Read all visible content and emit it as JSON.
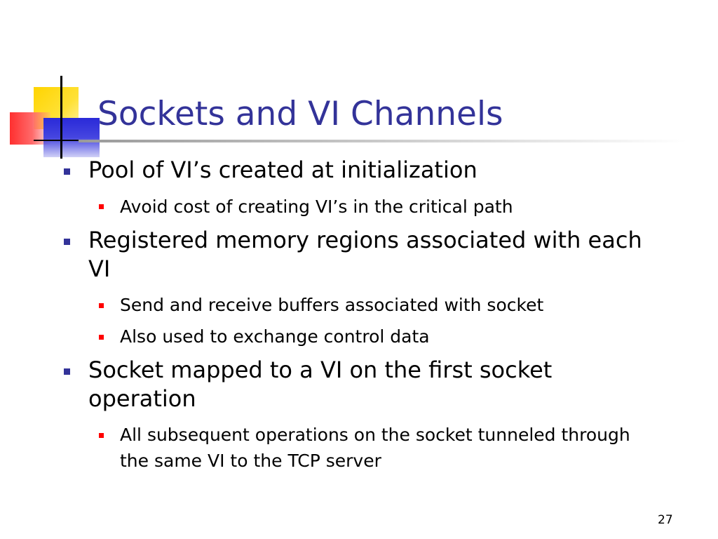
{
  "slide": {
    "title": "Sockets and VI Channels",
    "page_number": "27",
    "colors": {
      "title": "#333399",
      "level1_bullet": "#333399",
      "level2_bullet": "#ff0000"
    },
    "bullets": [
      {
        "text": "Pool of VI’s created at initialization",
        "sub": [
          "Avoid cost of creating VI’s in the critical path"
        ]
      },
      {
        "text": "Registered memory regions associated with each VI",
        "sub": [
          "Send and receive buffers associated with socket",
          "Also used to exchange control data"
        ]
      },
      {
        "text": "Socket mapped to a VI on the first socket operation",
        "sub": [
          "All subsequent operations on the socket tunneled through the same VI to the TCP server"
        ]
      }
    ]
  }
}
